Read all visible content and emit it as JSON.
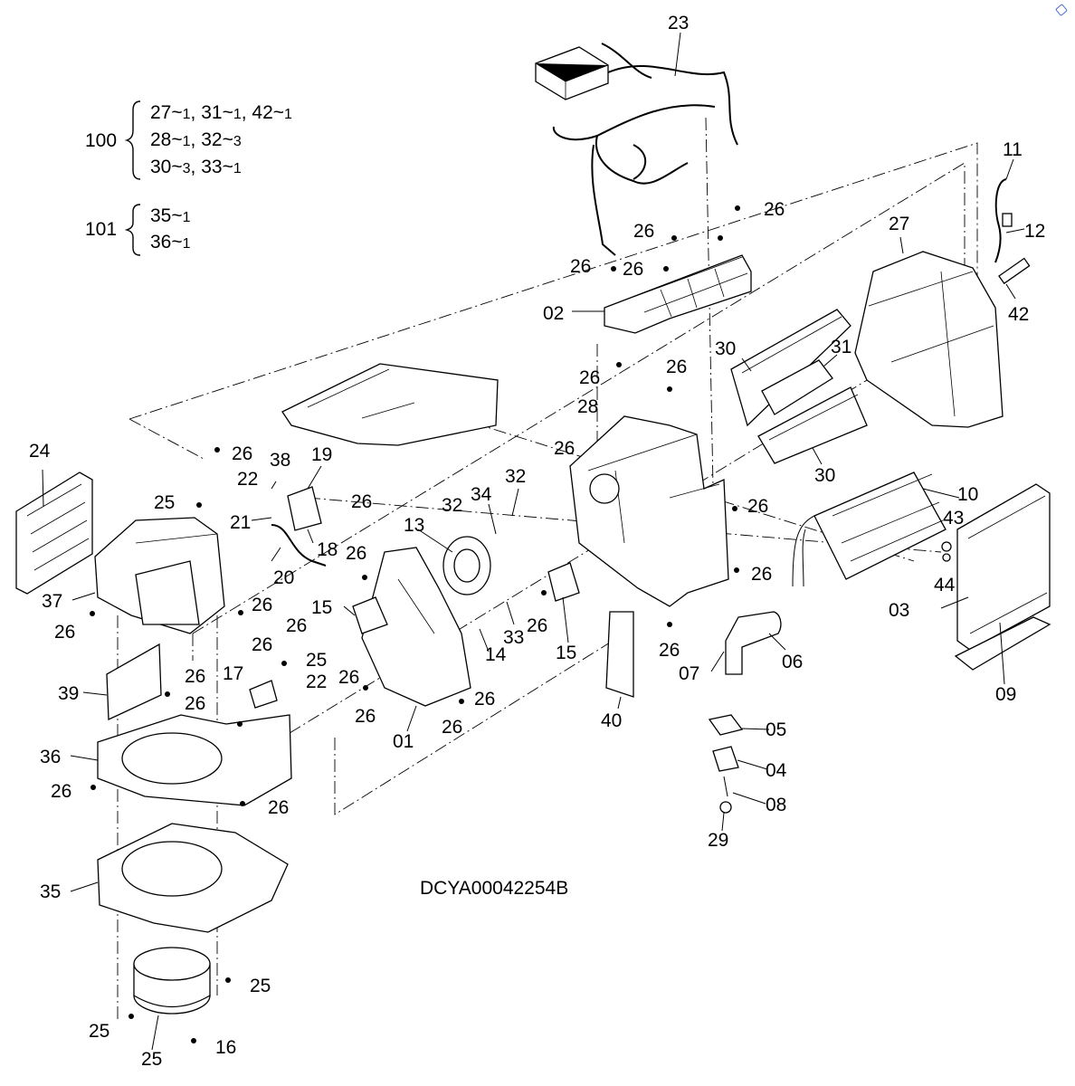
{
  "drawing_code": "DCYA00042254B",
  "assemblies": [
    {
      "id": "100",
      "rows": [
        [
          {
            "part": "27",
            "qty": "1"
          },
          {
            "part": "31",
            "qty": "1"
          },
          {
            "part": "42",
            "qty": "1"
          }
        ],
        [
          {
            "part": "28",
            "qty": "1"
          },
          {
            "part": "32",
            "qty": "3"
          }
        ],
        [
          {
            "part": "30",
            "qty": "3"
          },
          {
            "part": "33",
            "qty": "1"
          }
        ]
      ]
    },
    {
      "id": "101",
      "rows": [
        [
          {
            "part": "35",
            "qty": "1"
          }
        ],
        [
          {
            "part": "36",
            "qty": "1"
          }
        ]
      ]
    }
  ],
  "part_labels": [
    "23",
    "11",
    "12",
    "26",
    "26",
    "26",
    "26",
    "27",
    "42",
    "02",
    "30",
    "31",
    "30",
    "26",
    "26",
    "28",
    "26",
    "24",
    "26",
    "38",
    "19",
    "22",
    "25",
    "21",
    "26",
    "18",
    "20",
    "37",
    "26",
    "26",
    "13",
    "34",
    "32",
    "32",
    "15",
    "26",
    "14",
    "33",
    "26",
    "15",
    "26",
    "26",
    "10",
    "43",
    "44",
    "03",
    "09",
    "01",
    "26",
    "40",
    "26",
    "07",
    "06",
    "05",
    "04",
    "08",
    "29",
    "17",
    "26",
    "26",
    "25",
    "22",
    "26",
    "26",
    "39",
    "36",
    "26",
    "26",
    "35",
    "25",
    "25",
    "16",
    "25",
    "26",
    "26",
    "26"
  ]
}
